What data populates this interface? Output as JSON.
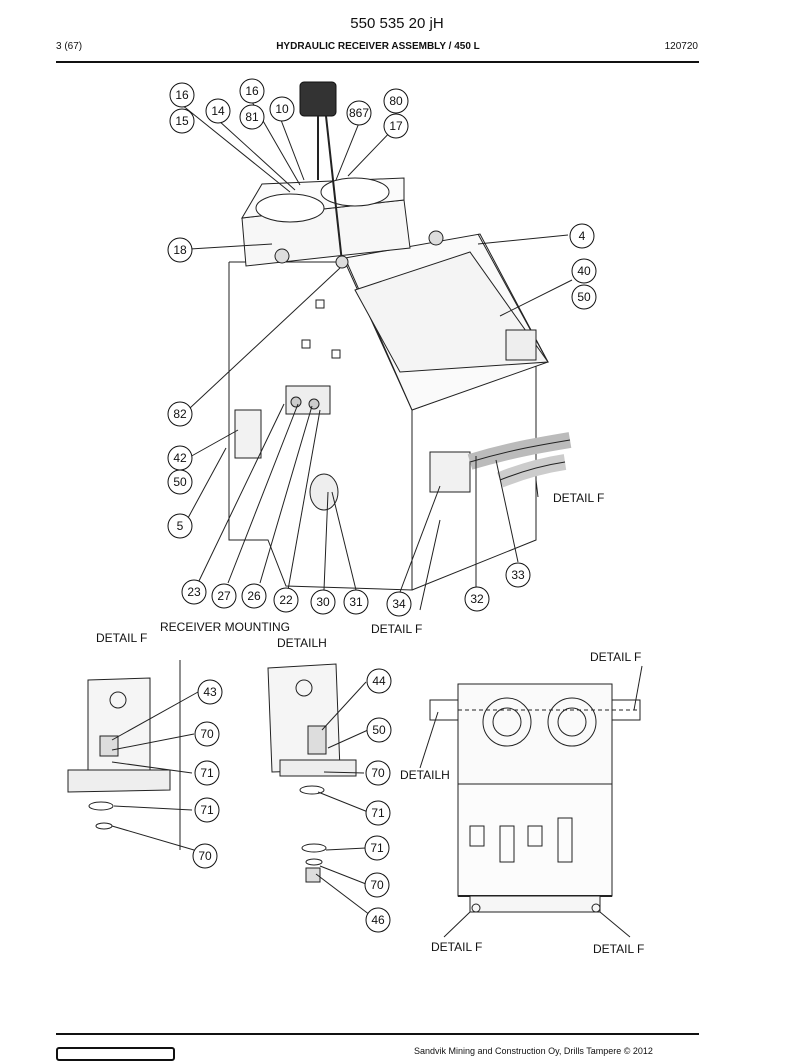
{
  "header": {
    "doc_number": "550 535 20 jH",
    "page": "3 (67)",
    "title_prefix": "HYDRAULIC RECEIVER ASSEMBLY / ",
    "title_suffix": "450 L",
    "date": "120720"
  },
  "labels": {
    "detail_f_main": "DETAIL F",
    "receiver_mounting": "RECEIVER MOUNTING",
    "detail_f_left": "DETAIL F",
    "detail_h_mid": "DETAILH",
    "detail_f_mid": "DETAIL F",
    "detail_f_topright": "DETAIL F",
    "detail_h_right": "DETAILH",
    "detail_f_bottom1": "DETAIL F",
    "detail_f_bottom2": "DETAIL F"
  },
  "callouts_main": [
    "16",
    "16",
    "14",
    "10",
    "81",
    "867",
    "80",
    "15",
    "17",
    "18",
    "4",
    "40",
    "50",
    "82",
    "42",
    "50",
    "5",
    "33",
    "23",
    "27",
    "26",
    "22",
    "30",
    "31",
    "34",
    "32"
  ],
  "callouts_detail_f": [
    "43",
    "70",
    "71",
    "71",
    "70"
  ],
  "callouts_detail_h": [
    "44",
    "50",
    "70",
    "71",
    "71",
    "70",
    "46"
  ],
  "footer": {
    "copyright": "Sandvik Mining and Construction Oy, Drills Tampere © 2012"
  }
}
